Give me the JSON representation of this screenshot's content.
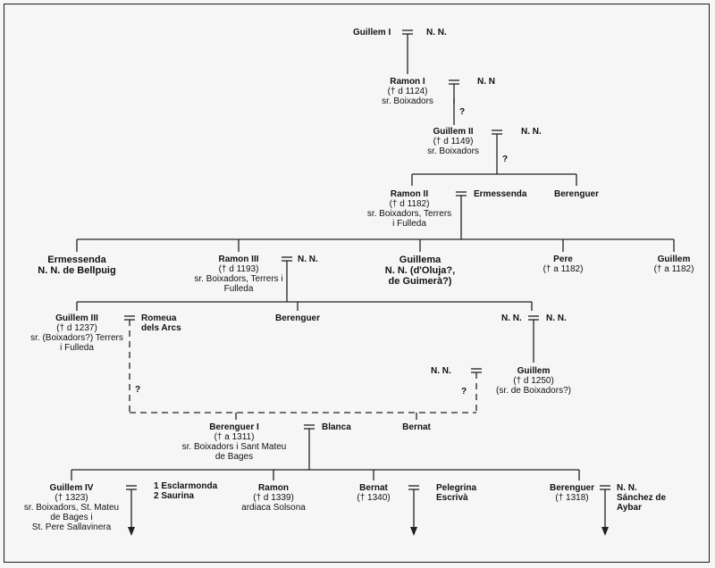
{
  "people": {
    "guillem1": {
      "name": "Guillem I"
    },
    "nn_g1": {
      "name": "N. N."
    },
    "ramon1": {
      "name": "Ramon I",
      "lines": [
        "(† d 1124)",
        "sr. Boixadors"
      ]
    },
    "nn_r1": {
      "name": "N. N"
    },
    "guillem2": {
      "name": "Guillem II",
      "lines": [
        "(† d 1149)",
        "sr. Boixadors"
      ]
    },
    "nn_g2": {
      "name": "N. N."
    },
    "ramon2": {
      "name": "Ramon II",
      "lines": [
        "(† d 1182)",
        "sr. Boixadors, Terrers",
        "i Fulleda"
      ]
    },
    "ermessenda": {
      "name": "Ermessenda"
    },
    "berenguer_a": {
      "name": "Berenguer"
    },
    "ermessenda_nn": {
      "name_lines": [
        "Ermessenda",
        "N. N. de Bellpuig"
      ]
    },
    "ramon3": {
      "name": "Ramon III",
      "lines": [
        "(† d 1193)",
        "sr. Boixadors, Terrers i",
        "Fulleda"
      ]
    },
    "nn_r3": {
      "name": "N. N."
    },
    "guillema": {
      "name_lines": [
        "Guillema",
        "N. N. (d'Oluja?,",
        "de Guimerà?)"
      ]
    },
    "pere": {
      "name": "Pere",
      "lines": [
        "(† a 1182)"
      ]
    },
    "guillem_a": {
      "name": "Guillem",
      "lines": [
        "(† a 1182)"
      ]
    },
    "guillem3": {
      "name": "Guillem III",
      "lines": [
        "(† d 1237)",
        "sr. (Boixadors?) Terrers",
        "i Fulleda"
      ]
    },
    "romeua": {
      "name_lines": [
        "Romeua",
        "dels Arcs"
      ]
    },
    "berenguer_b": {
      "name": "Berenguer"
    },
    "nn_left": {
      "name": "N. N."
    },
    "nn_right": {
      "name": "N. N."
    },
    "nn_mid": {
      "name": "N. N."
    },
    "guillem_b": {
      "name": "Guillem",
      "lines": [
        "(† d 1250)",
        "(sr. de Boixadors?)"
      ]
    },
    "berenguer1": {
      "name": "Berenguer I",
      "lines": [
        "(† a 1311)",
        "sr. Boixadors  i Sant Mateu",
        "de Bages"
      ]
    },
    "blanca": {
      "name": "Blanca"
    },
    "bernat_a": {
      "name": "Bernat"
    },
    "guillem4": {
      "name": "Guillem IV",
      "lines": [
        "(† 1323)",
        "sr. Boixadors, St. Mateu",
        "de Bages i",
        "St. Pere Sallavinera"
      ]
    },
    "esclarmonda": {
      "name_lines": [
        "1 Esclarmonda",
        "2 Saurina"
      ]
    },
    "ramon_b": {
      "name": "Ramon",
      "lines": [
        "(† d 1339)",
        "ardiaca Solsona"
      ]
    },
    "bernat_b": {
      "name": "Bernat",
      "lines": [
        "(† 1340)"
      ]
    },
    "pelegrina": {
      "name_lines": [
        "Pelegrina",
        "Escrivà"
      ]
    },
    "berenguer_c": {
      "name": "Berenguer",
      "lines": [
        "(† 1318)"
      ]
    },
    "nn_sanchez": {
      "name_lines": [
        "N. N.",
        "Sánchez de",
        "Aybar"
      ]
    }
  },
  "question_marks": [
    "?",
    "?",
    "?",
    "?"
  ]
}
